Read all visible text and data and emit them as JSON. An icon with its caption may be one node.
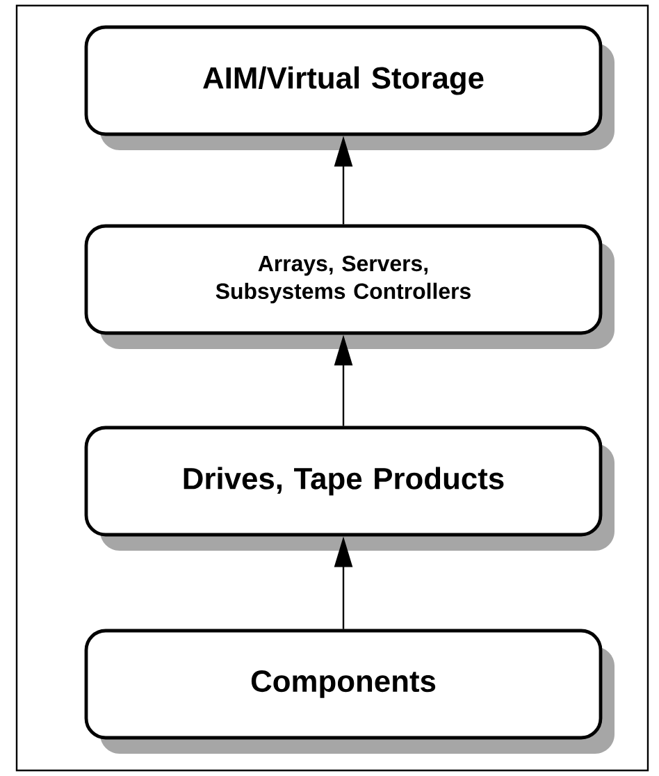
{
  "diagram": {
    "nodes": [
      {
        "text": [
          "AIM/Virtual Storage"
        ]
      },
      {
        "text": [
          "Arrays, Servers, Subsystems Controllers"
        ]
      },
      {
        "text": [
          "Drives, Tape Products"
        ]
      },
      {
        "text": [
          "Components"
        ]
      }
    ],
    "edges": [
      {
        "from": 1,
        "to": 0,
        "arrow": "to"
      },
      {
        "from": 2,
        "to": 1,
        "arrow": "to"
      },
      {
        "from": 3,
        "to": 2,
        "arrow": "to"
      }
    ]
  }
}
